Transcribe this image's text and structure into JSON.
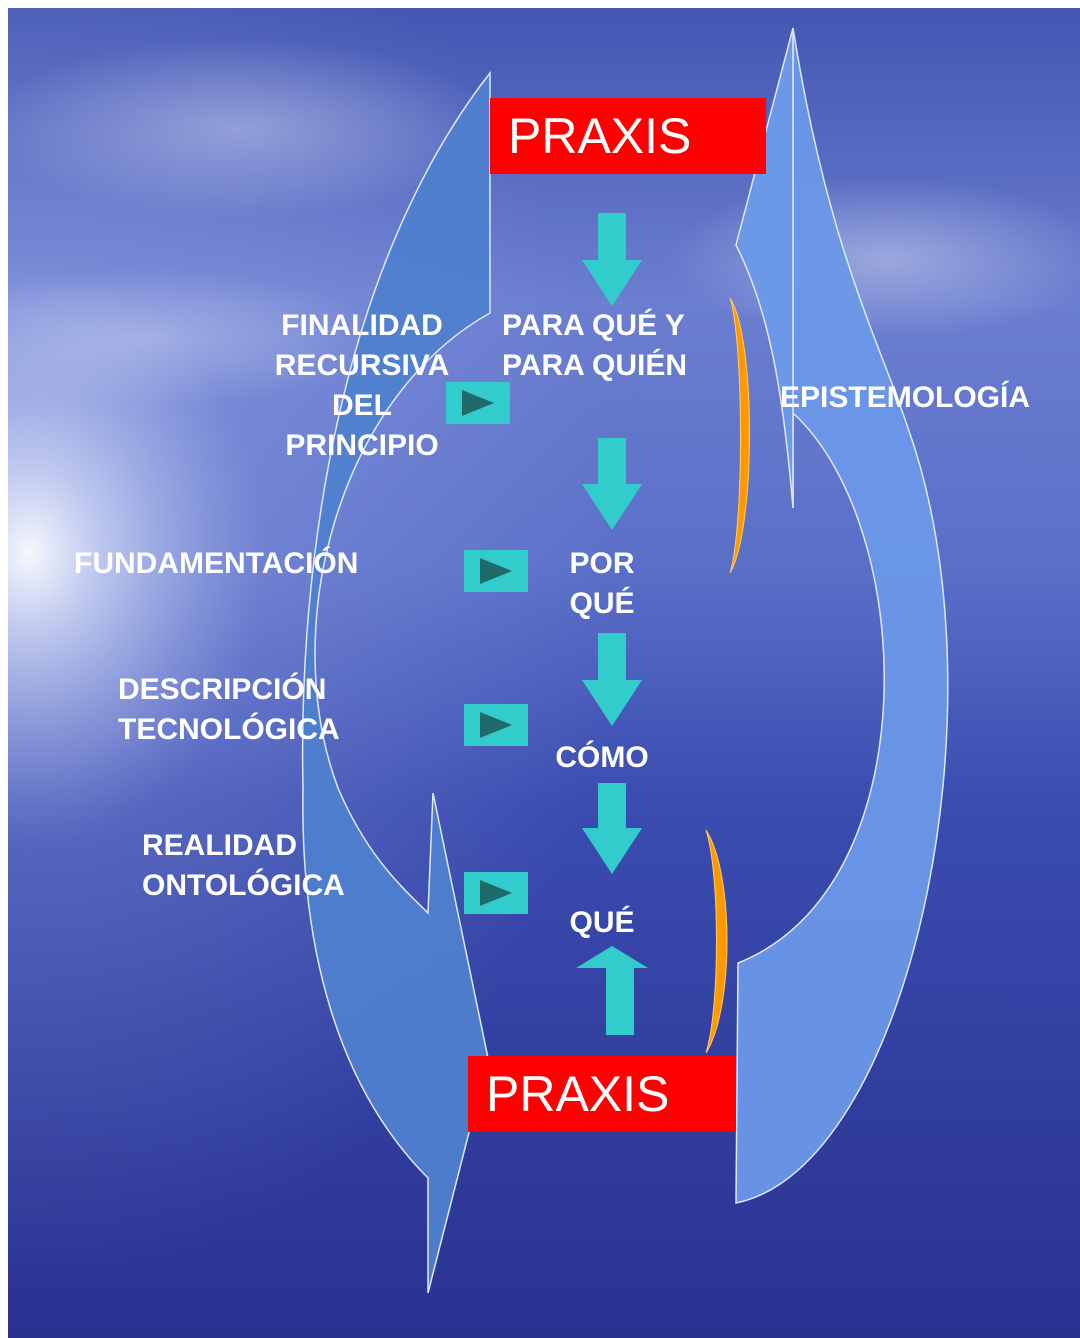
{
  "diagram": {
    "praxis_top": "PRAXIS",
    "praxis_bottom": "PRAXIS",
    "steps": {
      "para": [
        "PARA QUÉ Y",
        "PARA QUIÉN"
      ],
      "por": [
        "POR",
        "QUÉ"
      ],
      "como": "CÓMO",
      "que": "QUÉ"
    },
    "left_labels": {
      "finalidad": [
        "FINALIDAD",
        "RECURSIVA",
        "DEL",
        "PRINCIPIO"
      ],
      "fundamentacion": "FUNDAMENTACIÓN",
      "descripcion": [
        "DESCRIPCIÓN",
        "TECNOLÓGICA"
      ],
      "realidad": [
        "REALIDAD",
        "ONTOLÓGICA"
      ]
    },
    "right_label": "EPISTEMOLOGÍA",
    "colors": {
      "praxis_box": "#ff0000",
      "down_arrows": "#33cccc",
      "left_arc": "#4f7fcf",
      "right_arc": "#6c98e8",
      "brackets": "#ff9900",
      "tag_triangle": "#1f6a6a"
    }
  }
}
